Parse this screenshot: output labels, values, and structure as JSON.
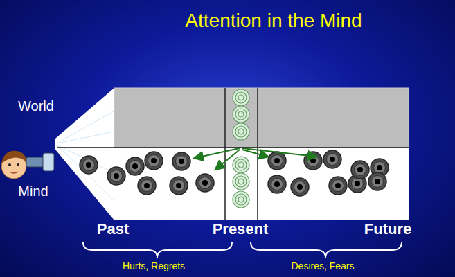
{
  "diagram": {
    "title": "Attention in the Mind",
    "labels": [
      "World",
      "Mind",
      "Past",
      "Present",
      "Future",
      "Hurts, Regrets",
      "Desires, Fears"
    ]
  }
}
